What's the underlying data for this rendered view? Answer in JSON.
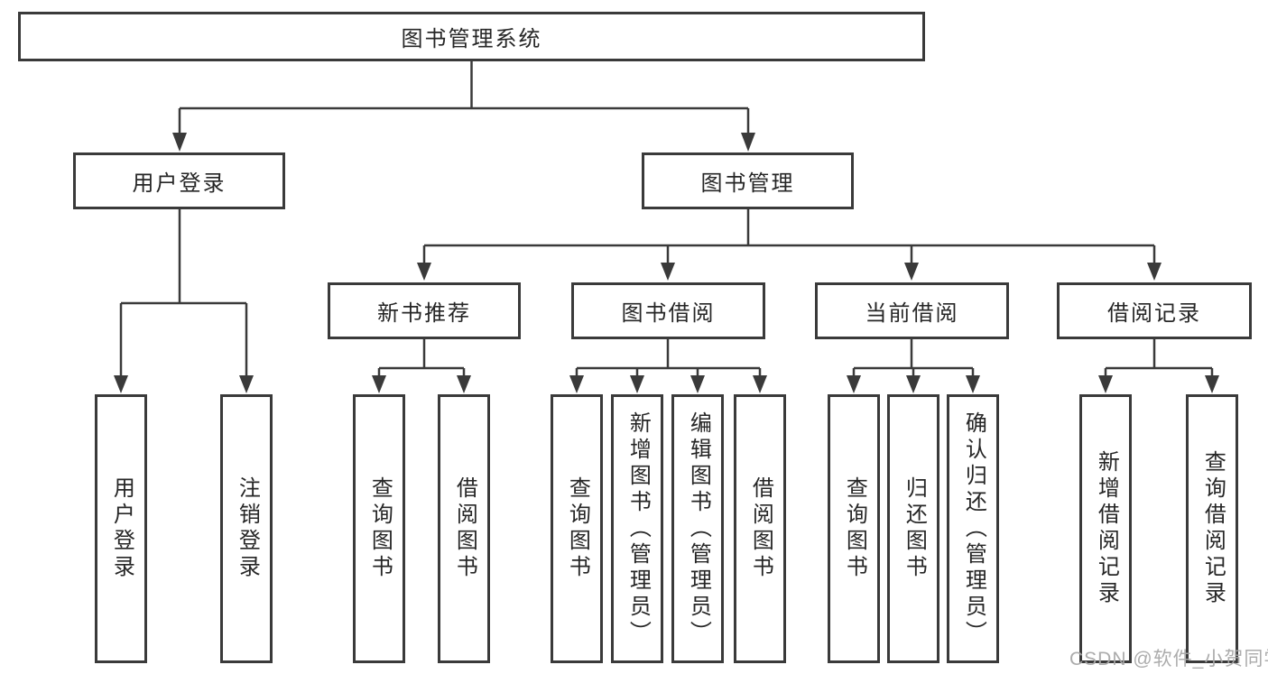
{
  "colors": {
    "line": "#3a3a3a",
    "text": "#262626",
    "background": "#ffffff",
    "watermark": "#a8a8a8"
  },
  "nodes": {
    "root": {
      "label": "图书管理系统"
    },
    "user_login": {
      "label": "用户登录"
    },
    "book_management": {
      "label": "图书管理"
    },
    "new_book_recommendation": {
      "label": "新书推荐"
    },
    "book_borrowing": {
      "label": "图书借阅"
    },
    "current_borrowing": {
      "label": "当前借阅"
    },
    "borrowing_records": {
      "label": "借阅记录"
    },
    "leaf_user_login": {
      "label": "用户登录"
    },
    "leaf_logout": {
      "label": "注销登录"
    },
    "leaf_nb_search_books": {
      "label": "查询图书"
    },
    "leaf_nb_borrow_books": {
      "label": "借阅图书"
    },
    "leaf_bb_search_books": {
      "label": "查询图书"
    },
    "leaf_bb_add_books": {
      "label": "新增图书（管理员）"
    },
    "leaf_bb_edit_books": {
      "label": "编辑图书（管理员）"
    },
    "leaf_bb_borrow_books": {
      "label": "借阅图书"
    },
    "leaf_cb_search_books": {
      "label": "查询图书"
    },
    "leaf_cb_return_books": {
      "label": "归还图书"
    },
    "leaf_cb_confirm_return": {
      "label": "确认归还（管理员）"
    },
    "leaf_br_add_record": {
      "label": "新增借阅记录"
    },
    "leaf_br_search_record": {
      "label": "查询借阅记录"
    }
  },
  "watermark": {
    "text": "CSDN @软件_小贺同学"
  }
}
